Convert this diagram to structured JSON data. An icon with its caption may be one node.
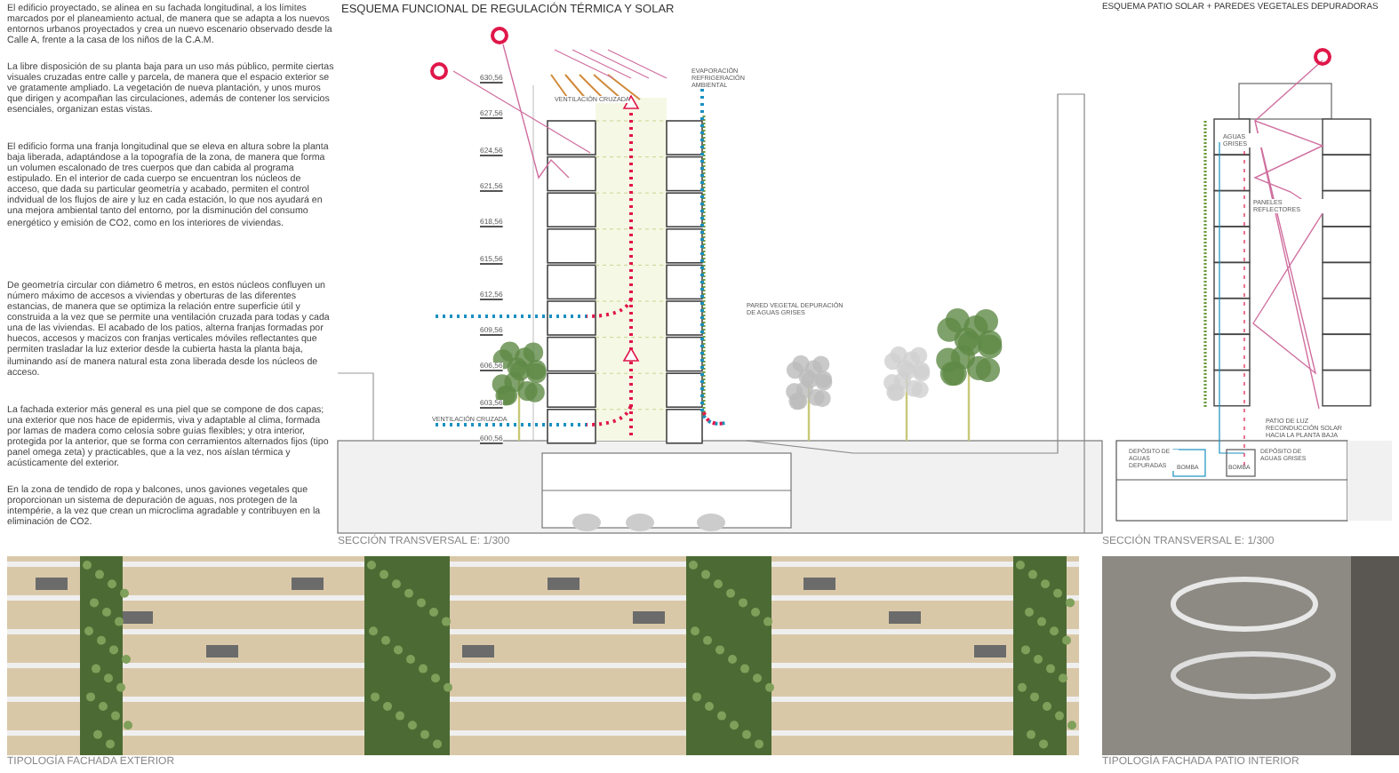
{
  "diagram": {
    "labels": [
      "El edificio proyectado, se alinea en su fachada longitudinal, a los límites marcados por el planeamiento actual, de manera que se adapta a los nuevos entornos urbanos proyectados y crea un nuevo escenario observado desde la Calle A, frente a la casa de los niños de la C.A.M.",
      "La libre disposición de su planta baja para un uso más público, permite ciertas visuales cruzadas entre calle y parcela, de manera que el espacio exterior se ve gratamente ampliado. La vegetación de nueva plantación, y unos muros que dirigen y acompañan las circulaciones, además de contener los servicios esenciales, organizan estas vistas.",
      "El edificio forma una franja longitudinal que se eleva en altura sobre la planta baja liberada, adaptándose a la topografía de la zona, de manera que forma un volumen escalonado de tres cuerpos que dan cabida al programa estipulado. En el interior de cada cuerpo se encuentran los núcleos de acceso, que dada su particular geometría y acabado, permiten el control indvidual de los flujos de aire y luz en cada estación, lo que nos ayudará en una mejora ambiental tanto del entorno, por la disminución del consumo energético y emisión de CO2, como en los interiores de viviendas.",
      "De geometría circular con diámetro 6 metros, en estos núcleos confluyen un número máximo de accesos a viviendas y oberturas de las diferentes estancias, de manera que se optimiza la relación entre superficie útil y construida a la vez que se permite una ventilación cruzada para todas y cada una de las viviendas. El acabado de los patios, alterna franjas formadas por huecos, accesos y macizos con franjas verticales móviles reflectantes que permiten trasladar la luz exterior desde la cubierta hasta la planta baja, iluminando así de manera natural esta zona liberada desde los núcleos de acceso.",
      "La fachada exterior más general es una piel que se compone de dos capas; una exterior que nos hace de epidermis, viva y adaptable al clima, formada por lamas de madera como celosía sobre guías flexibles; y otra interior, protegida por la anterior, que se forma con cerramientos alternados fijos (tipo panel omega zeta) y practicables, que a la vez, nos aíslan térmica y acústicamente del exterior.",
      "En la zona de tendido de ropa y balcones, unos gaviones vegetales que proporcionan un sistema de depuración de aguas, nos protegen de la intempérie, a la vez que crean un microclima agradable y contribuyen en la eliminación de CO2.",
      "ESQUEMA FUNCIONAL DE REGULACIÓN TÉRMICA Y SOLAR",
      "630,56",
      "627,56",
      "624,56",
      "621,56",
      "618,56",
      "615,56",
      "612,56",
      "609,56",
      "606,56",
      "603,56",
      "600,56",
      "VENTILACIÓN CRUZADA",
      "EVAPORACIÓN REFRIGERACIÓN AMBIENTAL",
      "PARED VEGETAL DEPURACIÓN DE AGUAS GRISES",
      "VENTILACIÓN CRUZADA",
      "SECCIÓN TRANSVERSAL  E: 1/300",
      "ESQUEMA PATIO SOLAR + PAREDES VEGETALES DEPURADORAS",
      "AGUAS GRISES",
      "PANELES REFLECTORES",
      "PATIO DE LUZ RECONDUCCIÓN SOLAR HACIA LA PLANTA BAJA",
      "DEPÓSITO DE AGUAS DEPURADAS",
      "BOMBA",
      "BOMBA",
      "DEPÓSITO DE AGUAS GRISES",
      "SECCIÓN TRANSVERSAL  E: 1/300",
      "TIPOLOGÍA FACHADA EXTERIOR",
      "TIPOLOGÍA FACHADA PATIO INTERIOR"
    ]
  }
}
